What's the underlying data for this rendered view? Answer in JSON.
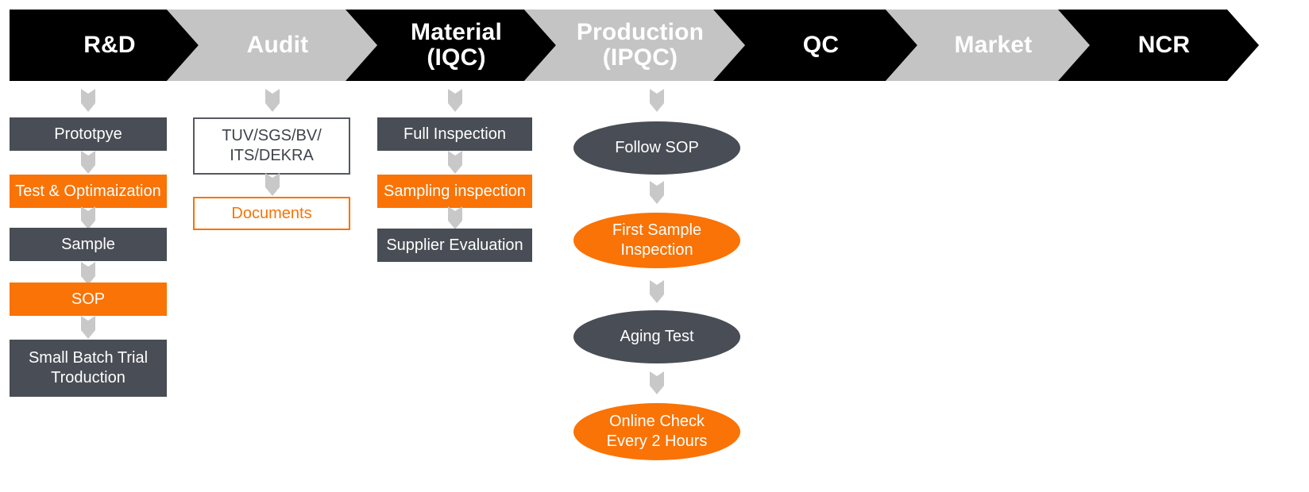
{
  "colors": {
    "black": "#000000",
    "light_gray": "#C4C4C4",
    "dark_gray": "#494D55",
    "orange": "#F97306",
    "connector_gray": "#C8C8C8",
    "white": "#FFFFFF"
  },
  "banner": {
    "stages": [
      {
        "label": "R&D",
        "fill": "black"
      },
      {
        "label": "Audit",
        "fill": "light_gray"
      },
      {
        "label": "Material\n(IQC)",
        "fill": "black"
      },
      {
        "label": "Production\n(IPQC)",
        "fill": "light_gray"
      },
      {
        "label": "QC",
        "fill": "black"
      },
      {
        "label": "Market",
        "fill": "light_gray"
      },
      {
        "label": "NCR",
        "fill": "black"
      }
    ]
  },
  "columns": [
    {
      "stage": "R&D",
      "nodes": [
        {
          "label": "Prototpye",
          "style": "box-filled-dark"
        },
        {
          "label": "Test & Optimaization",
          "style": "box-filled-orange"
        },
        {
          "label": "Sample",
          "style": "box-filled-dark"
        },
        {
          "label": "SOP",
          "style": "box-filled-orange"
        },
        {
          "label": "Small Batch Trial\nTroduction",
          "style": "box-filled-dark"
        }
      ]
    },
    {
      "stage": "Audit",
      "nodes": [
        {
          "label": "TUV/SGS/BV/\nITS/DEKRA",
          "style": "box-outline-dark"
        },
        {
          "label": "Documents",
          "style": "box-outline-orange"
        }
      ]
    },
    {
      "stage": "Material (IQC)",
      "nodes": [
        {
          "label": "Full Inspection",
          "style": "box-filled-dark"
        },
        {
          "label": "Sampling inspection",
          "style": "box-filled-orange"
        },
        {
          "label": "Supplier Evaluation",
          "style": "box-filled-dark"
        }
      ]
    },
    {
      "stage": "Production (IPQC)",
      "nodes": [
        {
          "label": "Follow SOP",
          "style": "ellipse-dark"
        },
        {
          "label": "First Sample\nInspection",
          "style": "ellipse-orange"
        },
        {
          "label": "Aging Test",
          "style": "ellipse-dark"
        },
        {
          "label": "Online Check\nEvery 2 Hours",
          "style": "ellipse-orange"
        }
      ]
    }
  ],
  "icons": {
    "connector": "down-arrow-icon"
  }
}
